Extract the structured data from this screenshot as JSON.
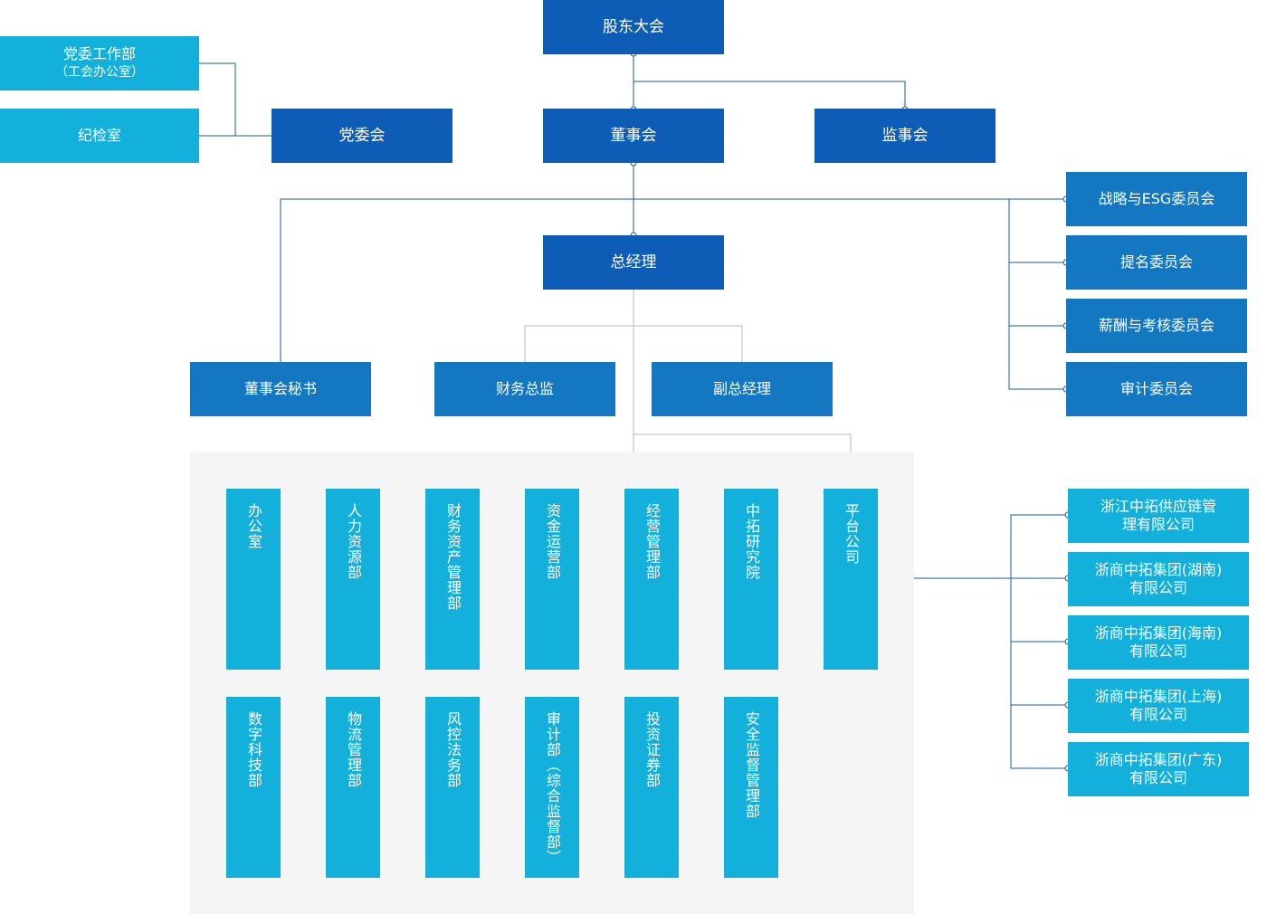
{
  "top": {
    "shareholders": "股东大会",
    "board": "董事会",
    "supervisors": "监事会",
    "party_committee": "党委会",
    "party_work_dept": "党委工作部",
    "party_work_dept_sub": "（工会办公室）",
    "discipline_office": "纪检室",
    "general_manager": "总经理"
  },
  "executives": {
    "board_secretary": "董事会秘书",
    "cfo": "财务总监",
    "deputy_gm": "副总经理"
  },
  "committees": [
    "战略与ESG委员会",
    "提名委员会",
    "薪酬与考核委员会",
    "审计委员会"
  ],
  "departments_row1": [
    "办公室",
    "人力资源部",
    "财务资产管理部",
    "资金运营部",
    "经营管理部",
    "中拓研究院",
    "平台公司"
  ],
  "departments_row2": [
    "数字科技部",
    "物流管理部",
    "风控法务部",
    "审计部（综合监督部）",
    "投资证券部",
    "安全监督管理部"
  ],
  "platform_companies": [
    {
      "line1": "浙江中拓供应链管",
      "line2": "理有限公司"
    },
    {
      "line1": "浙商中拓集团(湖南)",
      "line2": "有限公司"
    },
    {
      "line1": "浙商中拓集团(海南)",
      "line2": "有限公司"
    },
    {
      "line1": "浙商中拓集团(上海)",
      "line2": "有限公司"
    },
    {
      "line1": "浙商中拓集团(广东)",
      "line2": "有限公司"
    }
  ],
  "colors": {
    "dark": "#0d5db6",
    "mid": "#1477c2",
    "light": "#14b0dc",
    "connector": "#1a5aa8",
    "gray_connector": "#b9b9b9",
    "dept_area": "#f5f5f5"
  }
}
